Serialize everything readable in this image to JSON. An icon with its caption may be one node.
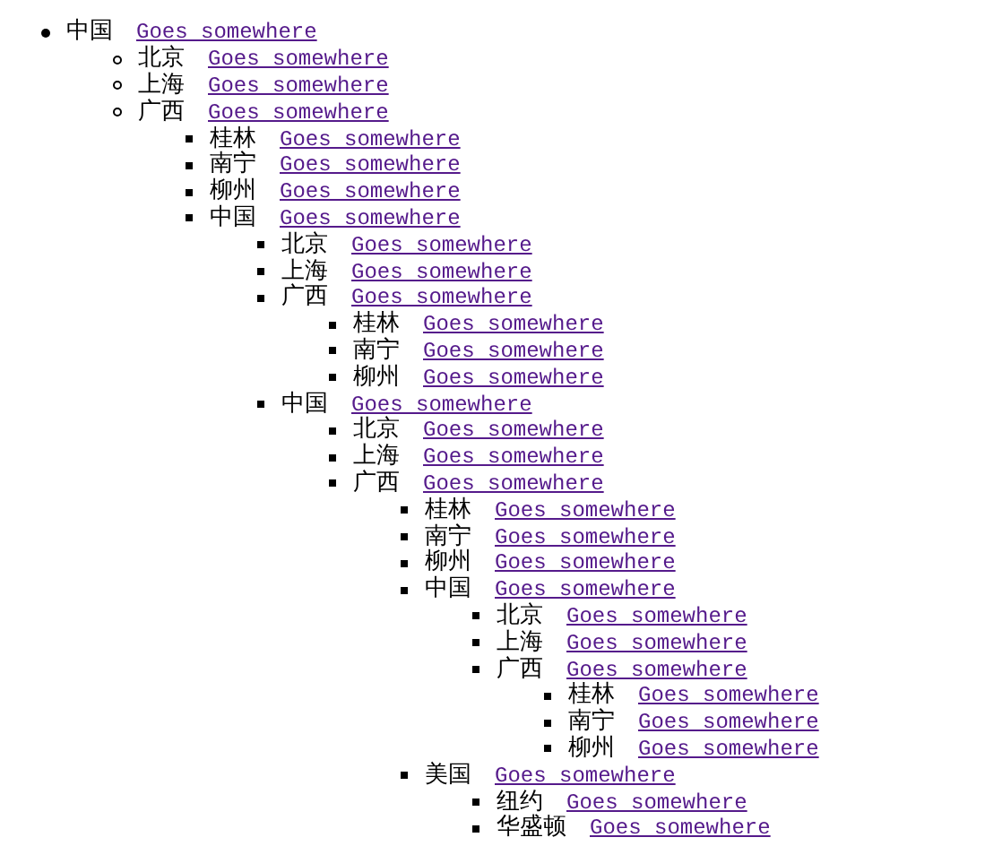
{
  "diagram": {
    "labels": [
      "中国",
      "Goes somewhere",
      "北京",
      "Goes somewhere",
      "上海",
      "Goes somewhere",
      "广西",
      "Goes somewhere",
      "桂林",
      "Goes somewhere",
      "南宁",
      "Goes somewhere",
      "柳州",
      "Goes somewhere",
      "中国",
      "Goes somewhere",
      "北京",
      "Goes somewhere",
      "上海",
      "Goes somewhere",
      "广西",
      "Goes somewhere",
      "桂林",
      "Goes somewhere",
      "南宁",
      "Goes somewhere",
      "柳州",
      "Goes somewhere",
      "中国",
      "Goes somewhere",
      "北京",
      "Goes somewhere",
      "上海",
      "Goes somewhere",
      "广西",
      "Goes somewhere",
      "桂林",
      "Goes somewhere",
      "南宁",
      "Goes somewhere",
      "柳州",
      "Goes somewhere",
      "中国",
      "Goes somewhere",
      "北京",
      "Goes somewhere",
      "上海",
      "Goes somewhere",
      "广西",
      "Goes somewhere",
      "桂林",
      "Goes somewhere",
      "南宁",
      "Goes somewhere",
      "柳州",
      "Goes somewhere",
      "美国",
      "Goes somewhere",
      "纽约",
      "Goes somewhere",
      "华盛顿",
      "Goes somewhere"
    ]
  }
}
